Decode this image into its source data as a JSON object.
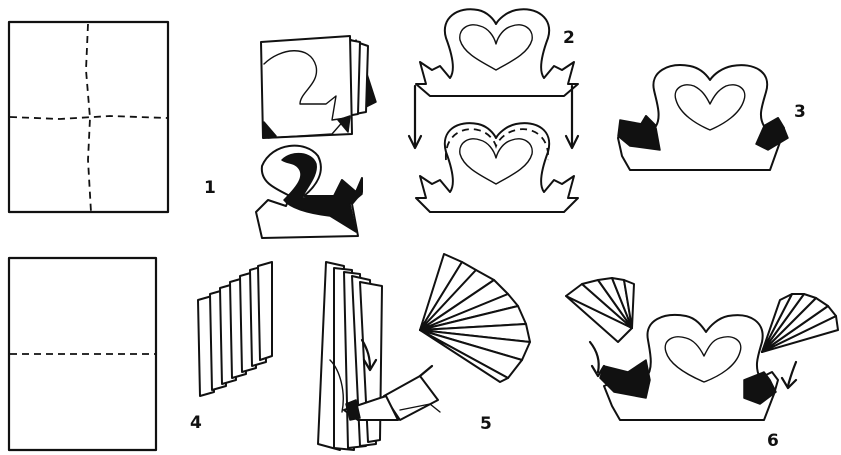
{
  "steps": [
    {
      "number": "1"
    },
    {
      "number": "2"
    },
    {
      "number": "3"
    },
    {
      "number": "4"
    },
    {
      "number": "5"
    },
    {
      "number": "6"
    }
  ],
  "colors": {
    "ink": "#111111",
    "paper": "#ffffff"
  }
}
